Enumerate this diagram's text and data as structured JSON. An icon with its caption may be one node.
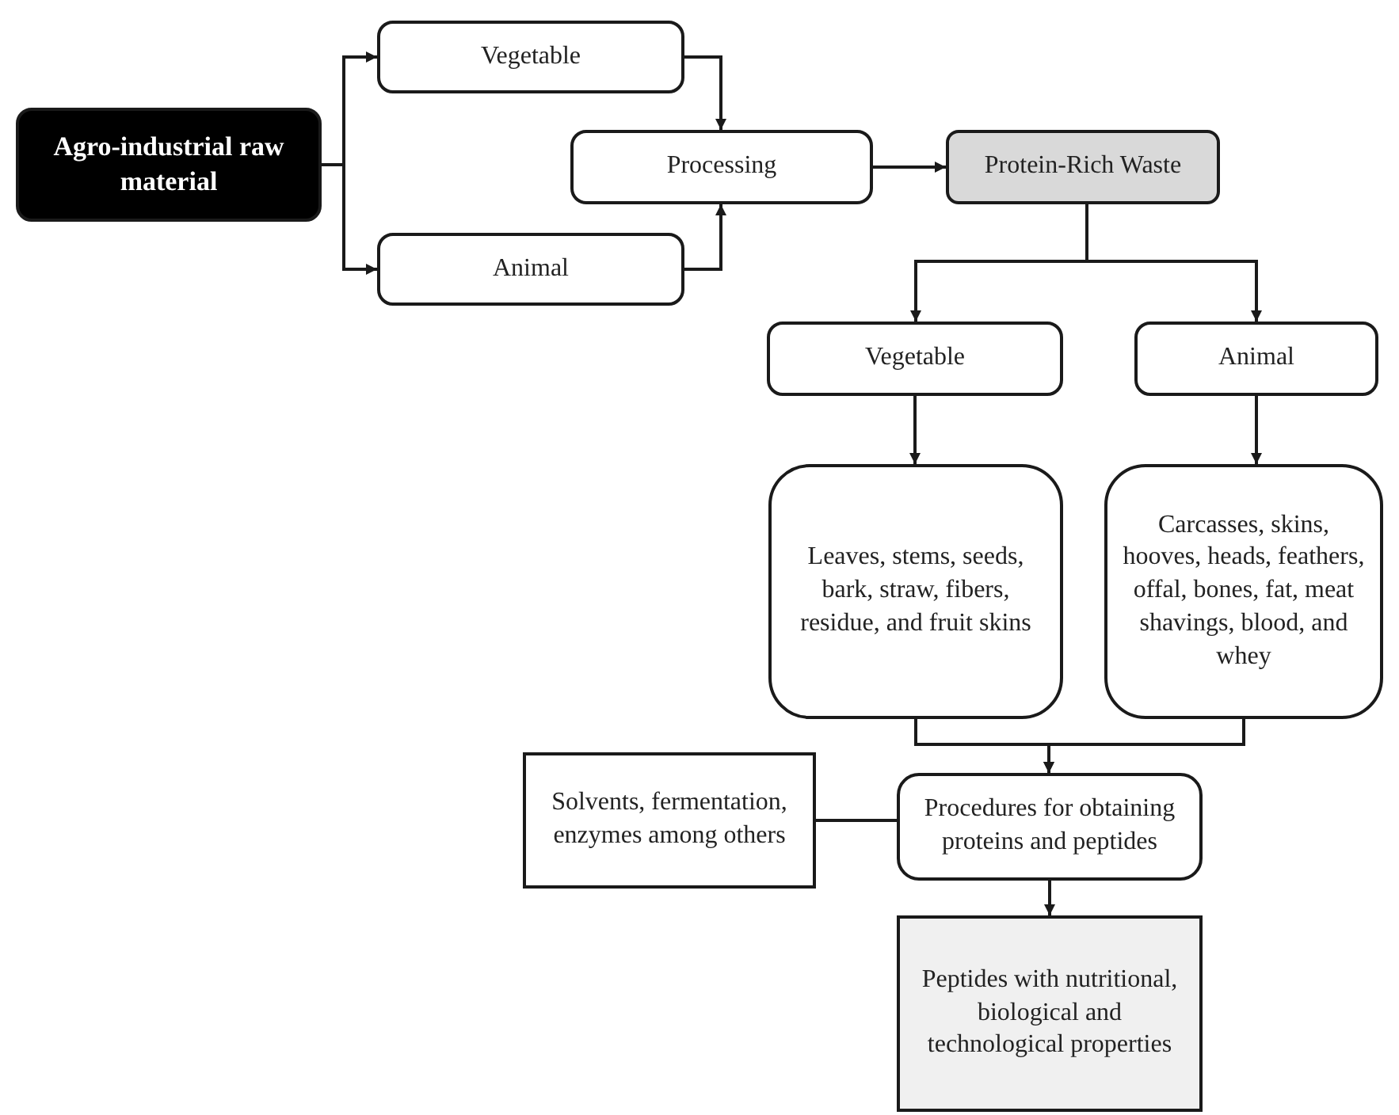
{
  "diagram": {
    "nodes": [
      {
        "text": [
          "Agro-industrial raw material"
        ]
      },
      {
        "text": [
          "Vegetable"
        ]
      },
      {
        "text": [
          "Animal"
        ]
      },
      {
        "text": [
          "Processing"
        ]
      },
      {
        "text": [
          "Protein-Rich Waste"
        ]
      },
      {
        "text": [
          "Vegetable"
        ]
      },
      {
        "text": [
          "Animal"
        ]
      },
      {
        "text": [
          "Leaves, stems, seeds, bark, straw, fibers, residue, and fruit skins"
        ]
      },
      {
        "text": [
          "Carcasses, skins, hooves, heads, feathers, offal, bones, fat, meat shavings, blood, and whey"
        ]
      },
      {
        "text": [
          "Solvents, fermentation, enzymes among others"
        ]
      },
      {
        "text": [
          "Procedures for obtaining proteins and peptides"
        ]
      },
      {
        "text": [
          "Peptides with nutritional, biological and technological properties"
        ]
      }
    ],
    "edges": [
      {
        "from": 0,
        "to": 1,
        "arrow": "to"
      },
      {
        "from": 0,
        "to": 2,
        "arrow": "to"
      },
      {
        "from": 1,
        "to": 3,
        "arrow": "to"
      },
      {
        "from": 2,
        "to": 3,
        "arrow": "to"
      },
      {
        "from": 3,
        "to": 4,
        "arrow": "to"
      },
      {
        "from": 4,
        "to": 5,
        "arrow": "to"
      },
      {
        "from": 4,
        "to": 6,
        "arrow": "to"
      },
      {
        "from": 5,
        "to": 7,
        "arrow": "to"
      },
      {
        "from": 6,
        "to": 8,
        "arrow": "to"
      },
      {
        "from": 7,
        "to": 10,
        "arrow": "to"
      },
      {
        "from": 8,
        "to": 10,
        "arrow": "to"
      },
      {
        "from": 9,
        "to": 10,
        "arrow": "none"
      },
      {
        "from": 10,
        "to": 11,
        "arrow": "to"
      }
    ]
  }
}
